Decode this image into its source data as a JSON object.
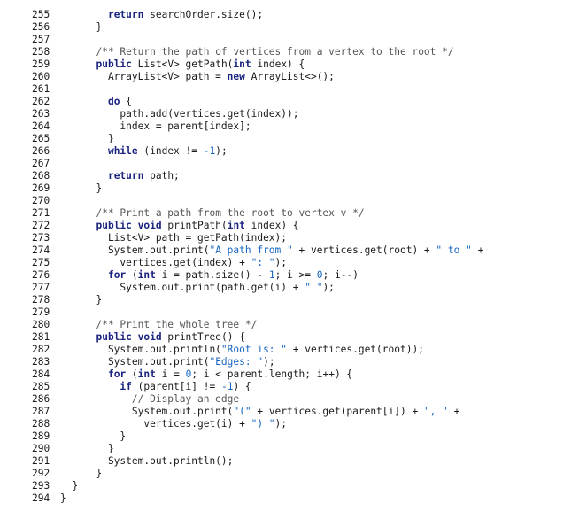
{
  "colors": {
    "text": "#1a1a1a",
    "keyword": "#1a237e",
    "string": "#1565c0",
    "comment": "#555555"
  },
  "lines": [
    {
      "n": "255",
      "tokens": [
        {
          "t": "    "
        },
        {
          "k": "kw",
          "t": "return"
        },
        {
          "t": " searchOrder.size();"
        }
      ]
    },
    {
      "n": "256",
      "tokens": [
        {
          "t": "  }"
        }
      ]
    },
    {
      "n": "257",
      "tokens": []
    },
    {
      "n": "258",
      "tokens": [
        {
          "t": "  "
        },
        {
          "k": "cm",
          "t": "/** Return the path of vertices from a vertex to the root */"
        }
      ]
    },
    {
      "n": "259",
      "tokens": [
        {
          "t": "  "
        },
        {
          "k": "kw",
          "t": "public"
        },
        {
          "t": " List<V> getPath("
        },
        {
          "k": "kw",
          "t": "int"
        },
        {
          "t": " index) {"
        }
      ]
    },
    {
      "n": "260",
      "tokens": [
        {
          "t": "    ArrayList<V> path = "
        },
        {
          "k": "kw",
          "t": "new"
        },
        {
          "t": " ArrayList<>();"
        }
      ]
    },
    {
      "n": "261",
      "tokens": []
    },
    {
      "n": "262",
      "tokens": [
        {
          "t": "    "
        },
        {
          "k": "kw",
          "t": "do"
        },
        {
          "t": " {"
        }
      ]
    },
    {
      "n": "263",
      "tokens": [
        {
          "t": "      path.add(vertices.get(index));"
        }
      ]
    },
    {
      "n": "264",
      "tokens": [
        {
          "t": "      index = parent[index];"
        }
      ]
    },
    {
      "n": "265",
      "tokens": [
        {
          "t": "    }"
        }
      ]
    },
    {
      "n": "266",
      "tokens": [
        {
          "t": "    "
        },
        {
          "k": "kw",
          "t": "while"
        },
        {
          "t": " (index != "
        },
        {
          "k": "num",
          "t": "-1"
        },
        {
          "t": ");"
        }
      ]
    },
    {
      "n": "267",
      "tokens": []
    },
    {
      "n": "268",
      "tokens": [
        {
          "t": "    "
        },
        {
          "k": "kw",
          "t": "return"
        },
        {
          "t": " path;"
        }
      ]
    },
    {
      "n": "269",
      "tokens": [
        {
          "t": "  }"
        }
      ]
    },
    {
      "n": "270",
      "tokens": []
    },
    {
      "n": "271",
      "tokens": [
        {
          "t": "  "
        },
        {
          "k": "cm",
          "t": "/** Print a path from the root to vertex v */"
        }
      ]
    },
    {
      "n": "272",
      "tokens": [
        {
          "t": "  "
        },
        {
          "k": "kw",
          "t": "public"
        },
        {
          "t": " "
        },
        {
          "k": "kw",
          "t": "void"
        },
        {
          "t": " printPath("
        },
        {
          "k": "kw",
          "t": "int"
        },
        {
          "t": " index) {"
        }
      ]
    },
    {
      "n": "273",
      "tokens": [
        {
          "t": "    List<V> path = getPath(index);"
        }
      ]
    },
    {
      "n": "274",
      "tokens": [
        {
          "t": "    System.out.print("
        },
        {
          "k": "str",
          "t": "\"A path from \""
        },
        {
          "t": " + vertices.get(root) + "
        },
        {
          "k": "str",
          "t": "\" to \""
        },
        {
          "t": " +"
        }
      ]
    },
    {
      "n": "275",
      "tokens": [
        {
          "t": "      vertices.get(index) + "
        },
        {
          "k": "str",
          "t": "\": \""
        },
        {
          "t": ");"
        }
      ]
    },
    {
      "n": "276",
      "tokens": [
        {
          "t": "    "
        },
        {
          "k": "kw",
          "t": "for"
        },
        {
          "t": " ("
        },
        {
          "k": "kw",
          "t": "int"
        },
        {
          "t": " i = path.size() - "
        },
        {
          "k": "num",
          "t": "1"
        },
        {
          "t": "; i >= "
        },
        {
          "k": "num",
          "t": "0"
        },
        {
          "t": "; i--)"
        }
      ]
    },
    {
      "n": "277",
      "tokens": [
        {
          "t": "      System.out.print(path.get(i) + "
        },
        {
          "k": "str",
          "t": "\" \""
        },
        {
          "t": ");"
        }
      ]
    },
    {
      "n": "278",
      "tokens": [
        {
          "t": "  }"
        }
      ]
    },
    {
      "n": "279",
      "tokens": []
    },
    {
      "n": "280",
      "tokens": [
        {
          "t": "  "
        },
        {
          "k": "cm",
          "t": "/** Print the whole tree */"
        }
      ]
    },
    {
      "n": "281",
      "tokens": [
        {
          "t": "  "
        },
        {
          "k": "kw",
          "t": "public"
        },
        {
          "t": " "
        },
        {
          "k": "kw",
          "t": "void"
        },
        {
          "t": " printTree() {"
        }
      ]
    },
    {
      "n": "282",
      "tokens": [
        {
          "t": "    System.out.println("
        },
        {
          "k": "str",
          "t": "\"Root is: \""
        },
        {
          "t": " + vertices.get(root));"
        }
      ]
    },
    {
      "n": "283",
      "tokens": [
        {
          "t": "    System.out.print("
        },
        {
          "k": "str",
          "t": "\"Edges: \""
        },
        {
          "t": ");"
        }
      ]
    },
    {
      "n": "284",
      "tokens": [
        {
          "t": "    "
        },
        {
          "k": "kw",
          "t": "for"
        },
        {
          "t": " ("
        },
        {
          "k": "kw",
          "t": "int"
        },
        {
          "t": " i = "
        },
        {
          "k": "num",
          "t": "0"
        },
        {
          "t": "; i < parent.length; i++) {"
        }
      ]
    },
    {
      "n": "285",
      "tokens": [
        {
          "t": "      "
        },
        {
          "k": "kw",
          "t": "if"
        },
        {
          "t": " (parent[i] != "
        },
        {
          "k": "num",
          "t": "-1"
        },
        {
          "t": ") {"
        }
      ]
    },
    {
      "n": "286",
      "tokens": [
        {
          "t": "        "
        },
        {
          "k": "cm",
          "t": "// Display an edge"
        }
      ]
    },
    {
      "n": "287",
      "tokens": [
        {
          "t": "        System.out.print("
        },
        {
          "k": "str",
          "t": "\"(\""
        },
        {
          "t": " + vertices.get(parent[i]) + "
        },
        {
          "k": "str",
          "t": "\", \""
        },
        {
          "t": " +"
        }
      ]
    },
    {
      "n": "288",
      "tokens": [
        {
          "t": "          vertices.get(i) + "
        },
        {
          "k": "str",
          "t": "\") \""
        },
        {
          "t": ");"
        }
      ]
    },
    {
      "n": "289",
      "tokens": [
        {
          "t": "      }"
        }
      ]
    },
    {
      "n": "290",
      "tokens": [
        {
          "t": "    }"
        }
      ]
    },
    {
      "n": "291",
      "tokens": [
        {
          "t": "    System.out.println();"
        }
      ]
    },
    {
      "n": "292",
      "tokens": [
        {
          "t": "  }"
        }
      ]
    },
    {
      "n": "293",
      "tokens": [
        {
          "t": "}"
        }
      ]
    },
    {
      "n": "294",
      "tokens": [
        {
          "t": "}"
        }
      ]
    }
  ]
}
